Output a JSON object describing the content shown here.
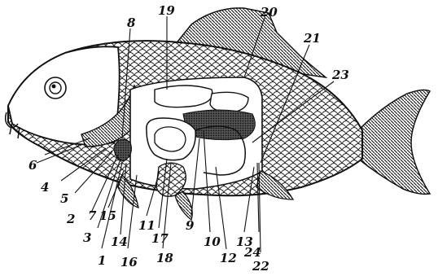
{
  "diagram": {
    "labels": [
      {
        "id": "n1",
        "text": "1"
      },
      {
        "id": "n2",
        "text": "2"
      },
      {
        "id": "n3",
        "text": "3"
      },
      {
        "id": "n4",
        "text": "4"
      },
      {
        "id": "n5",
        "text": "5"
      },
      {
        "id": "n6",
        "text": "6"
      },
      {
        "id": "n7",
        "text": "7"
      },
      {
        "id": "n8",
        "text": "8"
      },
      {
        "id": "n9",
        "text": "9"
      },
      {
        "id": "n10",
        "text": "10"
      },
      {
        "id": "n11",
        "text": "11"
      },
      {
        "id": "n12",
        "text": "12"
      },
      {
        "id": "n13",
        "text": "13"
      },
      {
        "id": "n14",
        "text": "14"
      },
      {
        "id": "n15",
        "text": "15"
      },
      {
        "id": "n16",
        "text": "16"
      },
      {
        "id": "n17",
        "text": "17"
      },
      {
        "id": "n18",
        "text": "18"
      },
      {
        "id": "n19",
        "text": "19"
      },
      {
        "id": "n20",
        "text": "20"
      },
      {
        "id": "n21",
        "text": "21"
      },
      {
        "id": "n22",
        "text": "22"
      },
      {
        "id": "n23",
        "text": "23"
      },
      {
        "id": "n24",
        "text": "24"
      }
    ]
  },
  "colors": {
    "ink": "#111111",
    "background": "#ffffff",
    "scale_fill": "#d9d9d9"
  }
}
